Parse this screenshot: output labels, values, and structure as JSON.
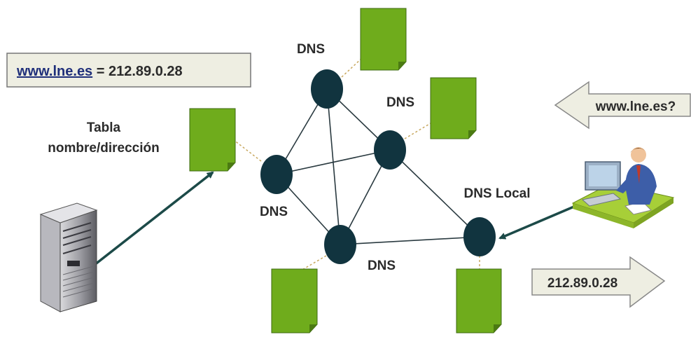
{
  "mapping_box": {
    "domain": "www.lne.es",
    "rest": " = 212.89.0.28"
  },
  "table_label": {
    "line1": "Tabla",
    "line2": "nombre/dirección"
  },
  "dns_labels": {
    "top": "DNS",
    "right_top": "DNS",
    "left": "DNS",
    "bottom": "DNS",
    "local": "DNS Local"
  },
  "query_arrow": {
    "text": "www.lne.es?"
  },
  "answer_arrow": {
    "text": "212.89.0.28"
  },
  "colors": {
    "node": "#11343f",
    "doc_fill": "#6fac1c",
    "doc_fold": "#4b7a12",
    "box_fill": "#eeeee2",
    "arrow_line": "#1c4a48",
    "dotted": "#c8a860"
  }
}
